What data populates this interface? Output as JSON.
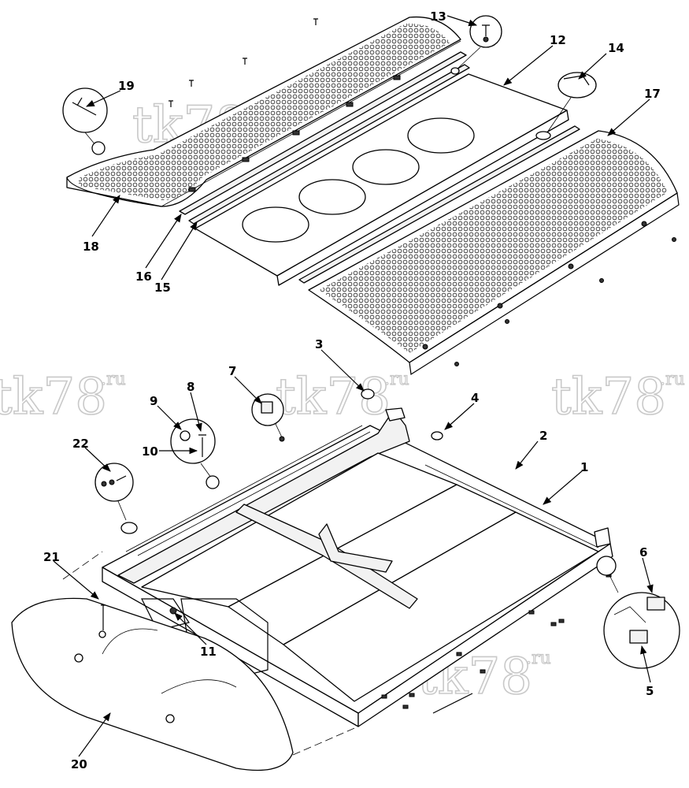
{
  "watermark": {
    "text": "tk78",
    "suffix": ".ru"
  },
  "callouts": [
    "1",
    "2",
    "3",
    "4",
    "5",
    "6",
    "7",
    "8",
    "9",
    "10",
    "11",
    "12",
    "13",
    "14",
    "15",
    "16",
    "17",
    "18",
    "19",
    "20",
    "21",
    "22"
  ]
}
